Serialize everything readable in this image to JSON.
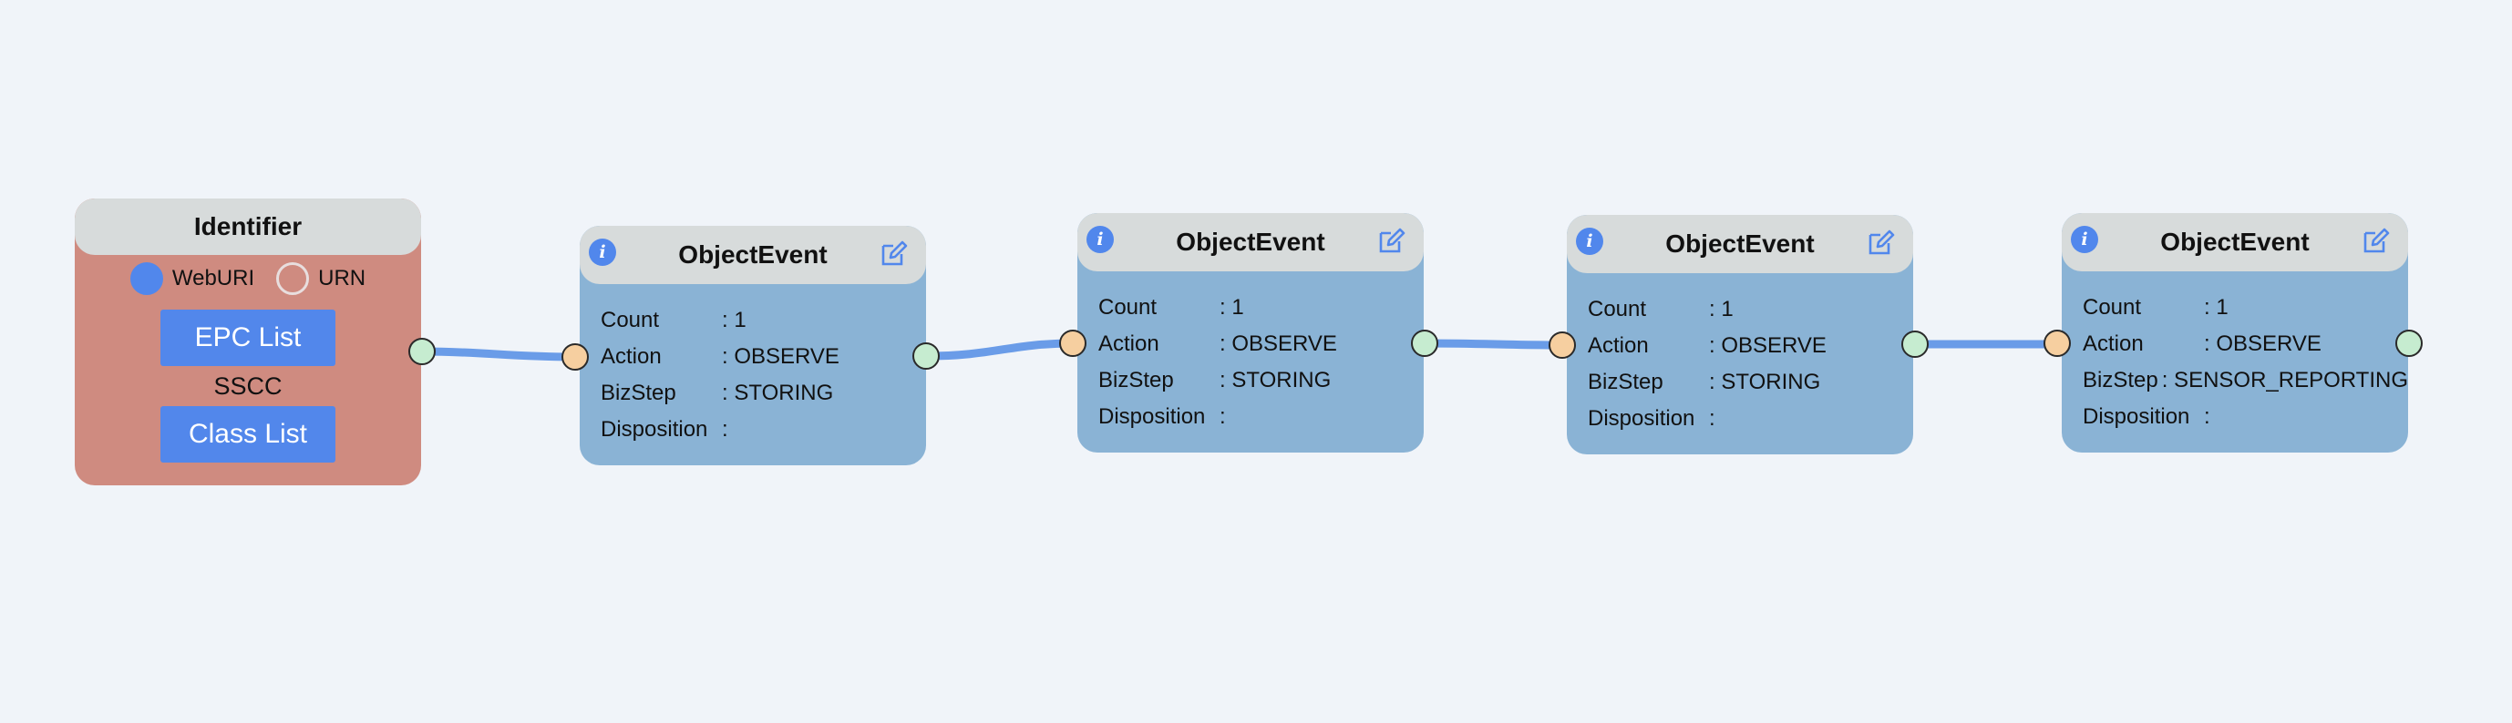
{
  "identifier": {
    "title": "Identifier",
    "radio_options": [
      {
        "label": "WebURI",
        "selected": true
      },
      {
        "label": "URN",
        "selected": false
      }
    ],
    "epc_list_button": "EPC List",
    "identifier_type": "SSCC",
    "class_list_button": "Class List"
  },
  "events": [
    {
      "title": "ObjectEvent",
      "fields": [
        {
          "key": "Count",
          "value": ": 1"
        },
        {
          "key": "Action",
          "value": ": OBSERVE"
        },
        {
          "key": "BizStep",
          "value": ": STORING"
        },
        {
          "key": "Disposition",
          "value": ":"
        }
      ]
    },
    {
      "title": "ObjectEvent",
      "fields": [
        {
          "key": "Count",
          "value": ": 1"
        },
        {
          "key": "Action",
          "value": ": OBSERVE"
        },
        {
          "key": "BizStep",
          "value": ": STORING"
        },
        {
          "key": "Disposition",
          "value": ":"
        }
      ]
    },
    {
      "title": "ObjectEvent",
      "fields": [
        {
          "key": "Count",
          "value": ": 1"
        },
        {
          "key": "Action",
          "value": ": OBSERVE"
        },
        {
          "key": "BizStep",
          "value": ": STORING"
        },
        {
          "key": "Disposition",
          "value": ":"
        }
      ]
    },
    {
      "title": "ObjectEvent",
      "fields": [
        {
          "key": "Count",
          "value": ": 1"
        },
        {
          "key": "Action",
          "value": ": OBSERVE"
        },
        {
          "key": "BizStep",
          "value": ": SENSOR_REPORTING"
        },
        {
          "key": "Disposition",
          "value": ":"
        }
      ]
    }
  ],
  "colors": {
    "background": "#f0f4f9",
    "identifier_node": "#cf8b80",
    "event_node": "#8ab3d5",
    "node_header": "#d7dbdb",
    "button": "#5287eb",
    "edge": "#6a9ce8",
    "output_port": "#c6ecd0",
    "input_port": "#f6cfa0"
  },
  "icons": {
    "info": "info-icon",
    "edit": "edit-icon"
  }
}
